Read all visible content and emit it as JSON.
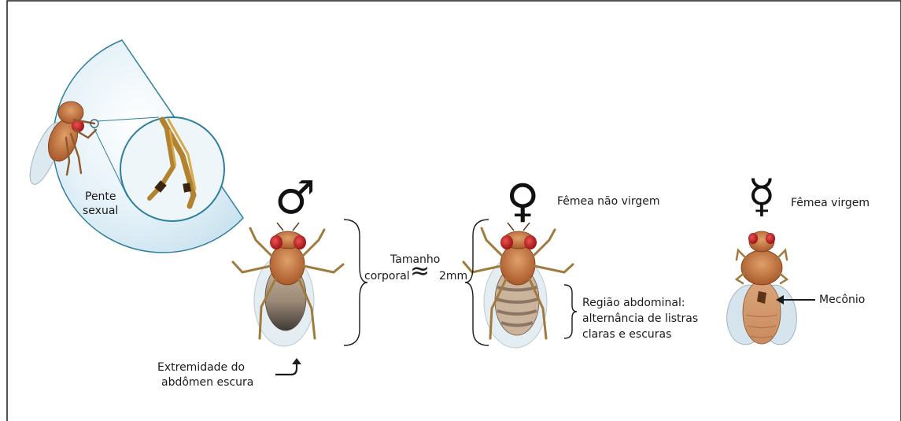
{
  "inset": {
    "label_line1": "Pente",
    "label_line2": "sexual"
  },
  "male": {
    "symbol": "♂",
    "tip_line1": "Extremidade do",
    "tip_line2": "abdômen escura"
  },
  "size": {
    "line1": "Tamanho",
    "line2_word": "corporal",
    "approx": "≈",
    "value": "2mm"
  },
  "female_nonvirgin": {
    "symbol": "♀",
    "label": "Fêmea não virgem",
    "abdomen_line1": "Região abdominal:",
    "abdomen_line2": "alternância de listras",
    "abdomen_line3": "claras e escuras"
  },
  "female_virgin": {
    "symbol": "☿",
    "label": "Fêmea virgem",
    "meconium_label": "Mecônio"
  },
  "colors": {
    "frame": "#1a1a1a",
    "inset_bubble": "#dceef7",
    "inset_border": "#2e7f9e",
    "fly_thorax": "#c0743f",
    "fly_eye": "#c62828",
    "fly_leg": "#b08a4e",
    "wing": "#d5e4ec"
  }
}
